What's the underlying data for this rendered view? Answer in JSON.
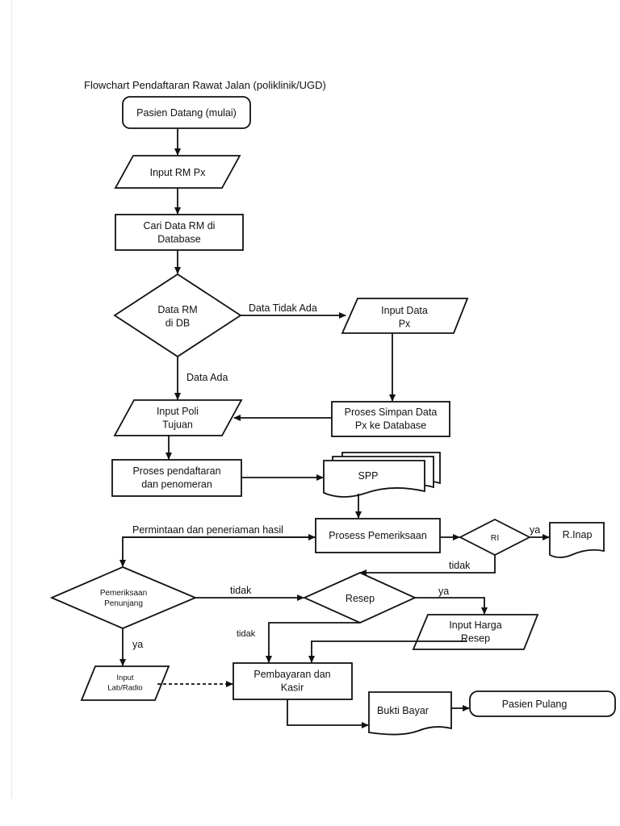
{
  "diagram": {
    "title": "Flowchart Pendaftaran Rawat Jalan (poliklinik/UGD)",
    "nodes": {
      "start": [
        "Pasien Datang (mulai)"
      ],
      "input_rm": [
        "Input RM Px"
      ],
      "cari_data": [
        "Cari Data RM di",
        "Database"
      ],
      "decision_db": [
        "Data RM",
        "di DB"
      ],
      "input_data_px": [
        "Input Data",
        "Px"
      ],
      "proses_simpan": [
        "Proses Simpan Data",
        "Px ke Database"
      ],
      "input_poli": [
        "Input Poli",
        "Tujuan"
      ],
      "proses_daftar": [
        "Proses pendaftaran",
        "dan penomeran"
      ],
      "spp": [
        "SPP"
      ],
      "pemeriksaan": [
        "Prosess Pemeriksaan"
      ],
      "decision_ri": [
        "RI"
      ],
      "rinap": [
        "R.Inap"
      ],
      "decision_penunjang": [
        "Pemeriksaan",
        "Penunjang"
      ],
      "decision_resep": [
        "Resep"
      ],
      "input_harga": [
        "Input Harga",
        "Resep"
      ],
      "input_lab": [
        "Input",
        "Lab/Radio"
      ],
      "pembayaran": [
        "Pembayaran dan",
        "Kasir"
      ],
      "bukti": [
        "Bukti Bayar"
      ],
      "pulang": [
        "Pasien Pulang"
      ]
    },
    "edge_labels": {
      "tidak_ada": "Data Tidak Ada",
      "ada": "Data Ada",
      "permintaan": "Permintaan dan peneriaman hasil",
      "ri_ya": "ya",
      "ri_tidak": "tidak",
      "penunjang_tidak": "tidak",
      "penunjang_ya": "ya",
      "resep_ya": "ya",
      "resep_tidak": "tidak"
    }
  }
}
